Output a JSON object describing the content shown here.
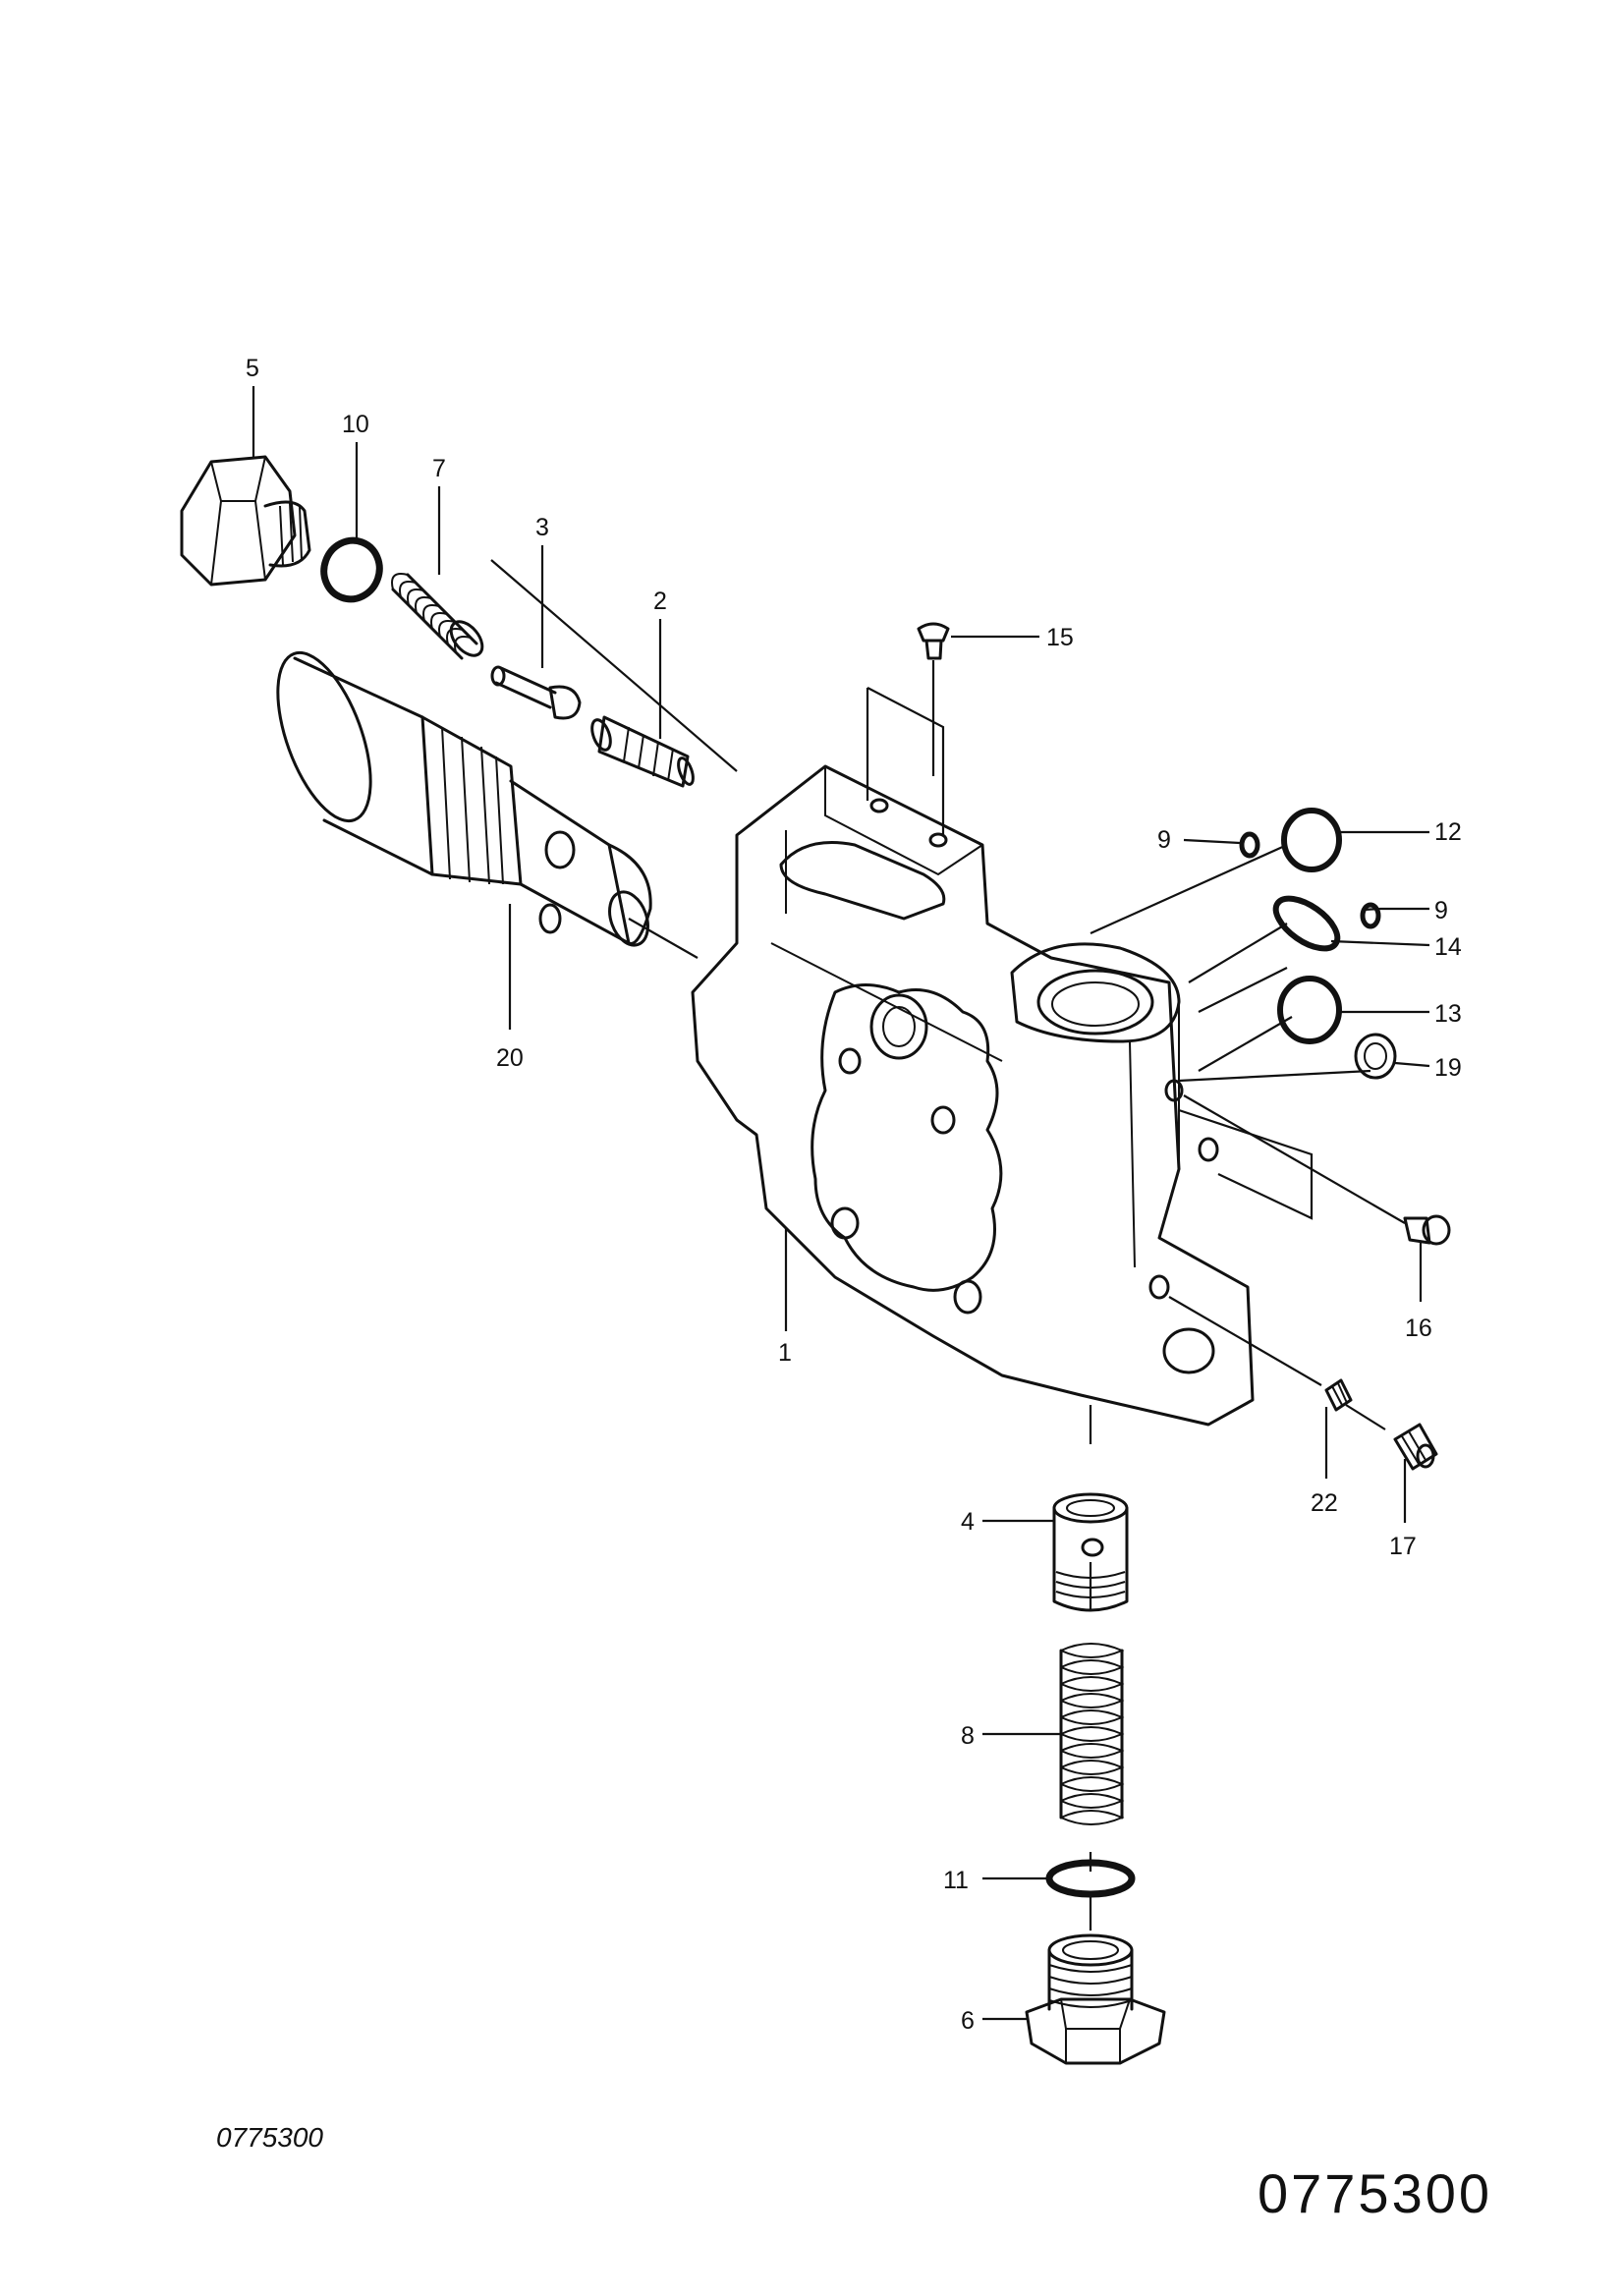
{
  "diagram": {
    "drawing_number_small": "0775300",
    "drawing_number_large": "0775300",
    "callouts": [
      {
        "id": "5",
        "label": "5"
      },
      {
        "id": "10",
        "label": "10"
      },
      {
        "id": "7",
        "label": "7"
      },
      {
        "id": "3",
        "label": "3"
      },
      {
        "id": "2",
        "label": "2"
      },
      {
        "id": "15",
        "label": "15"
      },
      {
        "id": "9a",
        "label": "9"
      },
      {
        "id": "12",
        "label": "12"
      },
      {
        "id": "9b",
        "label": "9"
      },
      {
        "id": "14",
        "label": "14"
      },
      {
        "id": "13",
        "label": "13"
      },
      {
        "id": "19",
        "label": "19"
      },
      {
        "id": "20",
        "label": "20"
      },
      {
        "id": "1",
        "label": "1"
      },
      {
        "id": "16",
        "label": "16"
      },
      {
        "id": "22",
        "label": "22"
      },
      {
        "id": "17",
        "label": "17"
      },
      {
        "id": "4",
        "label": "4"
      },
      {
        "id": "8",
        "label": "8"
      },
      {
        "id": "11",
        "label": "11"
      },
      {
        "id": "6",
        "label": "6"
      }
    ]
  }
}
